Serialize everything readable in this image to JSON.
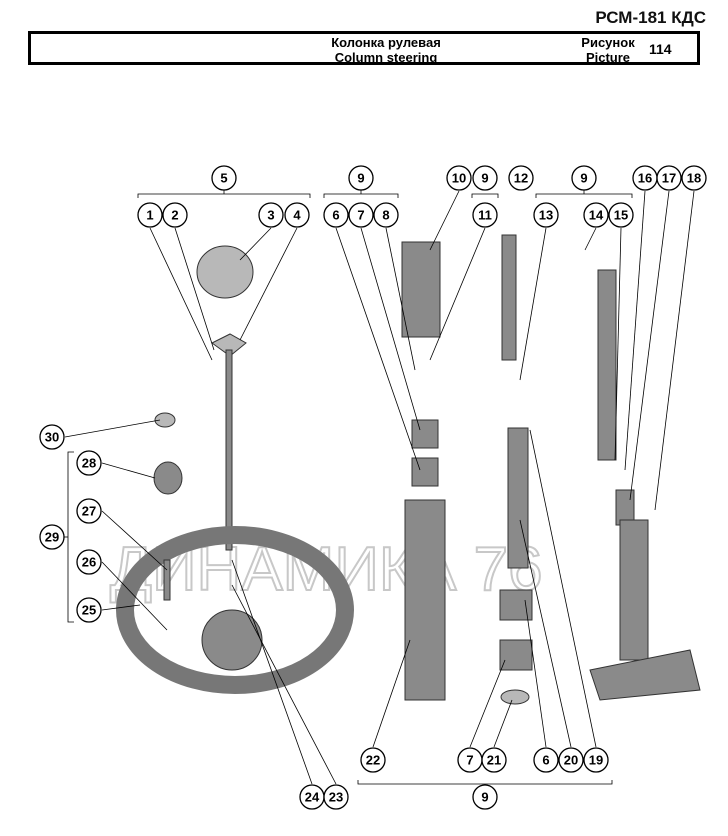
{
  "header": {
    "code": "РСМ-181 КДС",
    "title_ru": "Колонка рулевая",
    "title_en": "Column steering",
    "picture_ru": "Рисунок",
    "picture_en": "Picture",
    "picture_number": "114"
  },
  "watermark": "ДИНАМИКА 76",
  "callouts": [
    "5",
    "1",
    "2",
    "3",
    "4",
    "9",
    "6",
    "7",
    "8",
    "10",
    "9",
    "11",
    "12",
    "13",
    "9",
    "14",
    "15",
    "16",
    "17",
    "18",
    "30",
    "28",
    "29",
    "27",
    "26",
    "25",
    "22",
    "24",
    "23",
    "7",
    "21",
    "6",
    "20",
    "19",
    "9"
  ]
}
